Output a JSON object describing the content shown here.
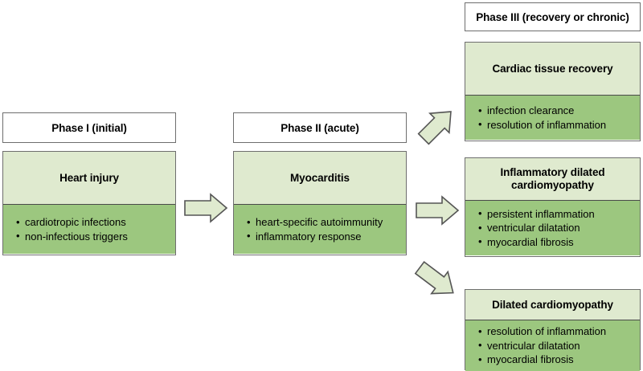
{
  "diagram": {
    "title": "Myocarditis progression phases flowchart",
    "colors": {
      "node_title_fill": "#dfeacf",
      "node_body_fill": "#9cc77f",
      "header_fill": "#ffffff",
      "border": "#6e6e6e",
      "arrow_fill": "#dfeacf",
      "arrow_stroke": "#555555",
      "text": "#000000"
    },
    "phases": [
      {
        "header": "Phase I (initial)",
        "nodes": [
          {
            "title": "Heart injury",
            "items": [
              "cardiotropic infections",
              "non-infectious triggers"
            ]
          }
        ]
      },
      {
        "header": "Phase II (acute)",
        "nodes": [
          {
            "title": "Myocarditis",
            "items": [
              "heart-specific autoimmunity",
              "inflammatory response"
            ]
          }
        ]
      },
      {
        "header": "Phase III (recovery or chronic)",
        "nodes": [
          {
            "title": "Cardiac tissue recovery",
            "items": [
              "infection clearance",
              "resolution of inflammation"
            ]
          },
          {
            "title": "Inflammatory dilated cardiomyopathy",
            "title_line1": "Inflammatory dilated",
            "title_line2": "cardiomyopathy",
            "items": [
              "persistent inflammation",
              "ventricular dilatation",
              "myocardial fibrosis"
            ]
          },
          {
            "title": "Dilated cardiomyopathy",
            "items": [
              "resolution of inflammation",
              "ventricular dilatation",
              "myocardial fibrosis"
            ]
          }
        ]
      }
    ],
    "arrows": [
      {
        "name": "arrow-phase1-to-phase2",
        "direction": "right"
      },
      {
        "name": "arrow-phase2-to-recovery",
        "direction": "up-right"
      },
      {
        "name": "arrow-phase2-to-inflammatory-dcm",
        "direction": "right"
      },
      {
        "name": "arrow-phase2-to-dilated-cardiomyopathy",
        "direction": "down-right"
      }
    ]
  }
}
